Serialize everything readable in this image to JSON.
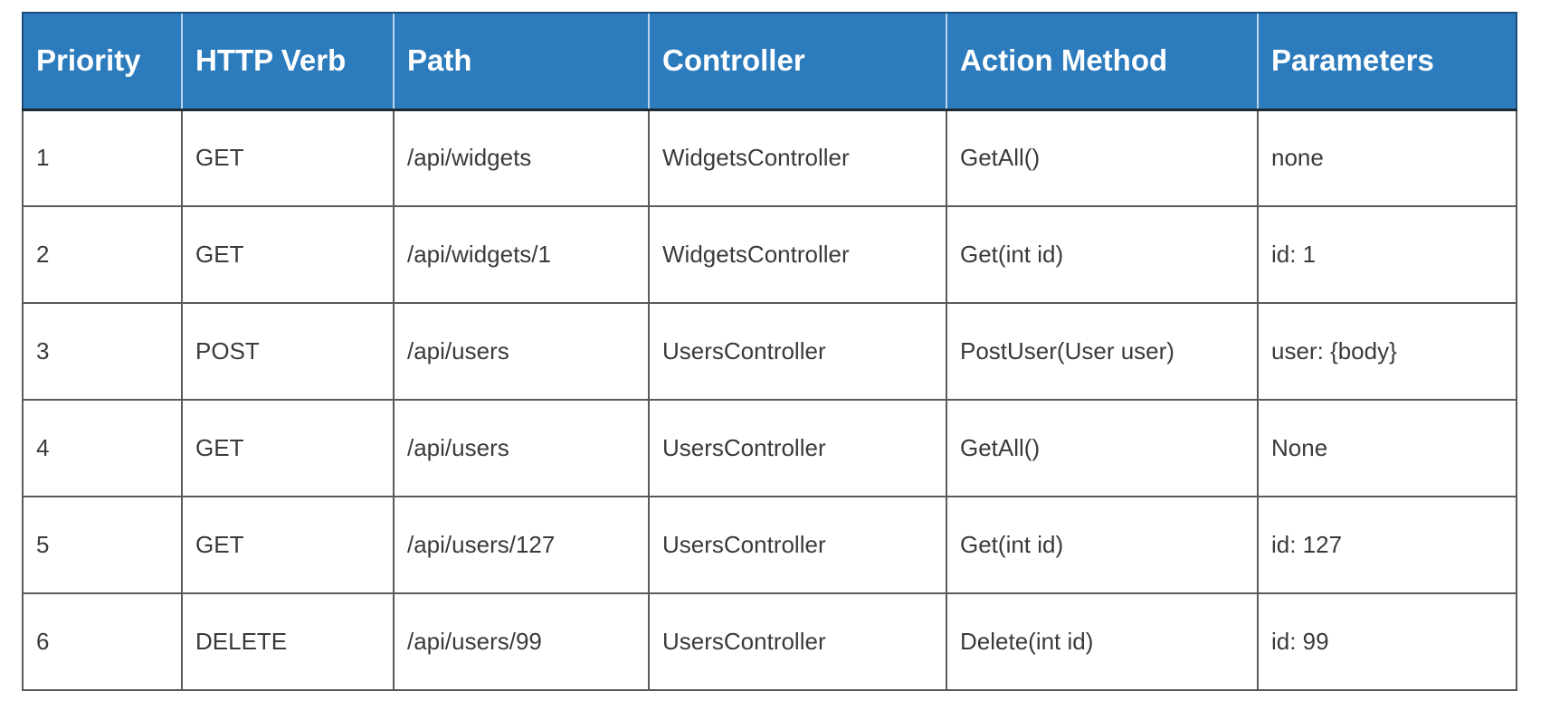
{
  "table": {
    "headers": [
      "Priority",
      "HTTP Verb",
      "Path",
      "Controller",
      "Action Method",
      "Parameters"
    ],
    "rows": [
      [
        "1",
        "GET",
        "/api/widgets",
        "WidgetsController",
        "GetAll()",
        "none"
      ],
      [
        "2",
        "GET",
        "/api/widgets/1",
        "WidgetsController",
        "Get(int id)",
        "id: 1"
      ],
      [
        "3",
        "POST",
        "/api/users",
        "UsersController",
        "PostUser(User user)",
        "user: {body}"
      ],
      [
        "4",
        "GET",
        "/api/users",
        "UsersController",
        "GetAll()",
        "None"
      ],
      [
        "5",
        "GET",
        "/api/users/127",
        "UsersController",
        "Get(int id)",
        "id: 127"
      ],
      [
        "6",
        "DELETE",
        "/api/users/99",
        "UsersController",
        "Delete(int id)",
        "id: 99"
      ]
    ]
  },
  "colors": {
    "header_background": "#2b7bbd",
    "header_text": "#ffffff",
    "body_text": "#3a3a3a",
    "grid_lines": "#5a5a5a"
  }
}
